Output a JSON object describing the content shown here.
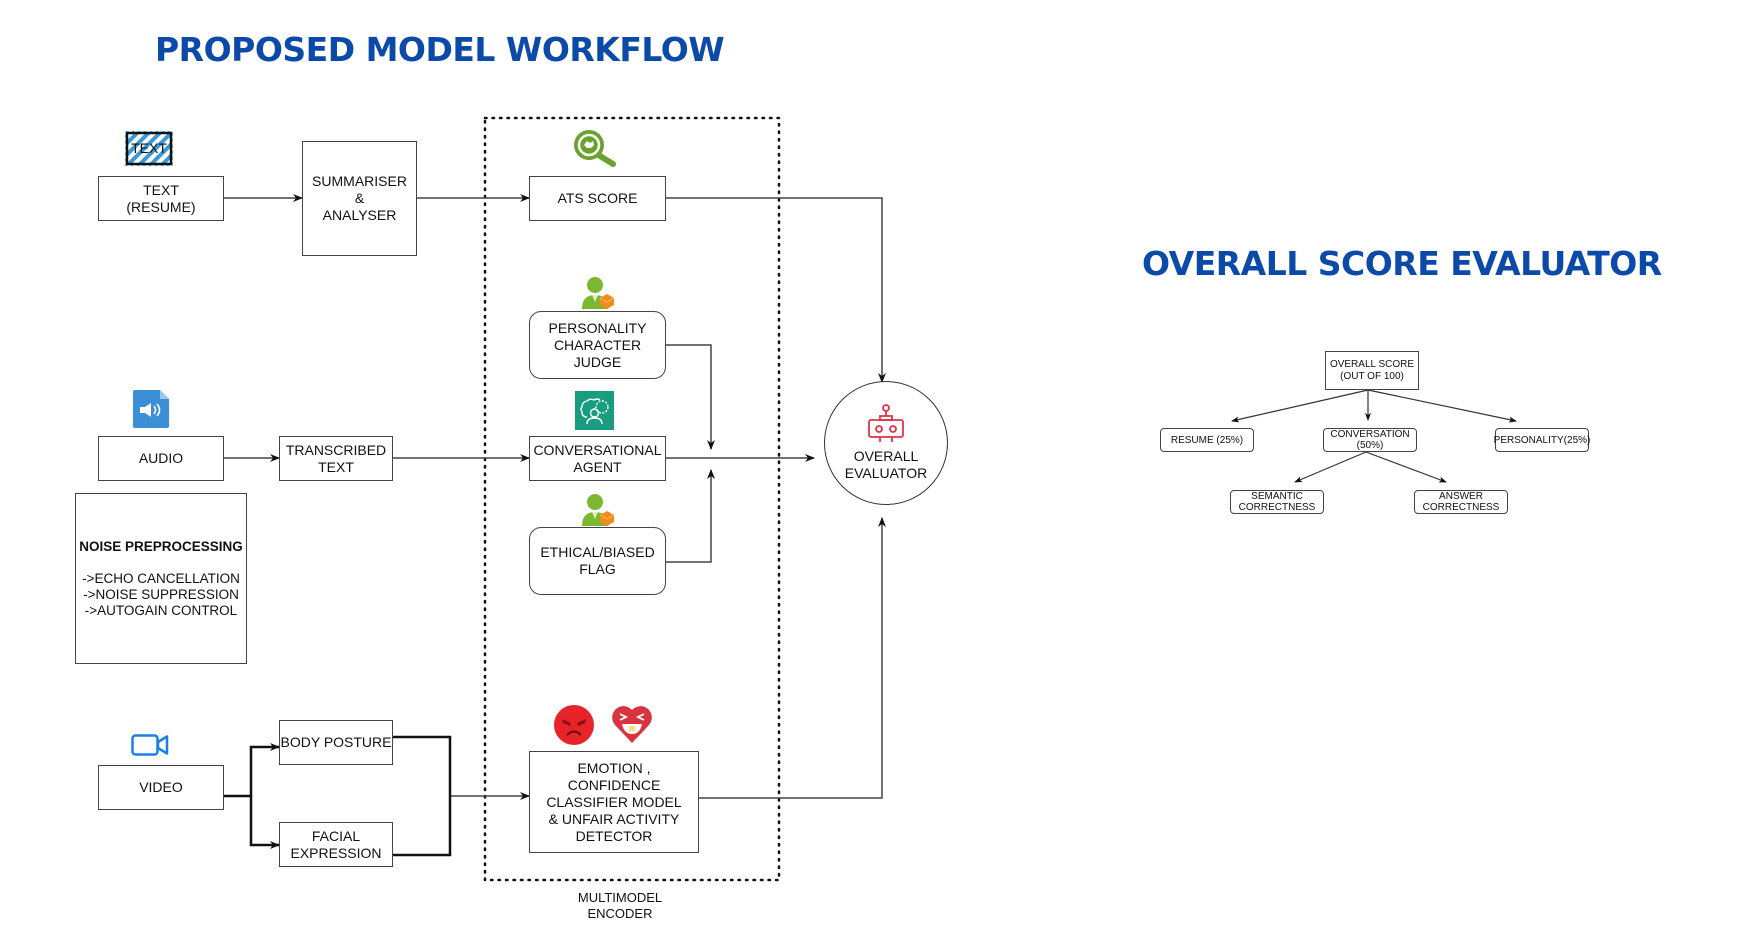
{
  "titles": {
    "workflow": "PROPOSED MODEL WORKFLOW",
    "evaluator": "OVERALL SCORE EVALUATOR"
  },
  "inputs": {
    "text_icon_label": "TEXT",
    "text": "TEXT\n(RESUME)",
    "audio": "AUDIO",
    "video": "VIDEO"
  },
  "processing": {
    "summariser": "SUMMARISER\n&\nANALYSER",
    "transcribed": "TRANSCRIBED\nTEXT",
    "body_posture": "BODY POSTURE",
    "facial_expression": "FACIAL\nEXPRESSION"
  },
  "noise_preprocessing": {
    "title": "NOISE PREPROCESSING",
    "items": [
      "->ECHO CANCELLATION",
      "->NOISE SUPPRESSION",
      "->AUTOGAIN CONTROL"
    ]
  },
  "encoder": {
    "label": "MULTIMODEL\nENCODER",
    "ats_score": "ATS SCORE",
    "personality": "PERSONALITY\nCHARACTER\nJUDGE",
    "conversational": "CONVERSATIONAL\nAGENT",
    "ethical": "ETHICAL/BIASED\nFLAG",
    "emotion": "EMOTION ,\nCONFIDENCE\nCLASSIFIER MODEL\n& UNFAIR ACTIVITY\nDETECTOR"
  },
  "overall_evaluator": "OVERALL\nEVALUATOR",
  "score_tree": {
    "root": "OVERALL SCORE\n(OUT OF 100)",
    "resume": "RESUME (25%)",
    "conversation": "CONVERSATION\n(50%)",
    "personality": "PERSONALITY(25%)",
    "semantic": "SEMANTIC\nCORRECTNESS",
    "answer": "ANSWER\nCORRECTNESS"
  },
  "colors": {
    "title_blue": "#0b4aa8",
    "audio_icon": "#3b8fd6",
    "video_icon": "#1a7fe8",
    "ats_icon": "#6aa22e",
    "person_icon": "#7cb82f",
    "person_badge": "#f28a1c",
    "brain_icon": "#1a9c80",
    "robot_icon": "#e0334a",
    "emoji_red": "#e8242a"
  }
}
